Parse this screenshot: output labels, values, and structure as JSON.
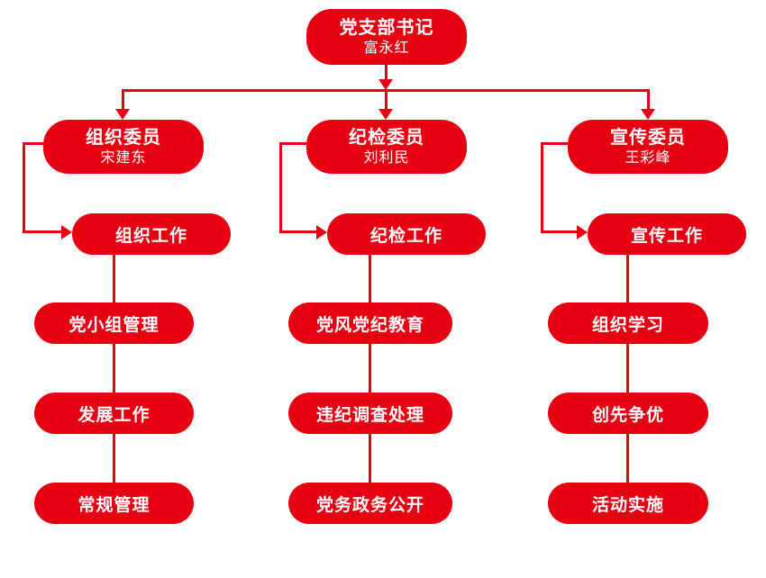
{
  "colors": {
    "accent": "#e60012",
    "text_on_accent": "#ffffff",
    "background": "#ffffff"
  },
  "org_chart": {
    "root": {
      "title": "党支部书记",
      "name": "富永红"
    },
    "branches": [
      {
        "title": "组织委员",
        "name": "宋建东",
        "work": "组织工作",
        "tasks": [
          "党小组管理",
          "发展工作",
          "常规管理"
        ]
      },
      {
        "title": "纪检委员",
        "name": "刘利民",
        "work": "纪检工作",
        "tasks": [
          "党风党纪教育",
          "违纪调查处理",
          "党务政务公开"
        ]
      },
      {
        "title": "宣传委员",
        "name": "王彩峰",
        "work": "宣传工作",
        "tasks": [
          "组织学习",
          "创先争优",
          "活动实施"
        ]
      }
    ]
  }
}
